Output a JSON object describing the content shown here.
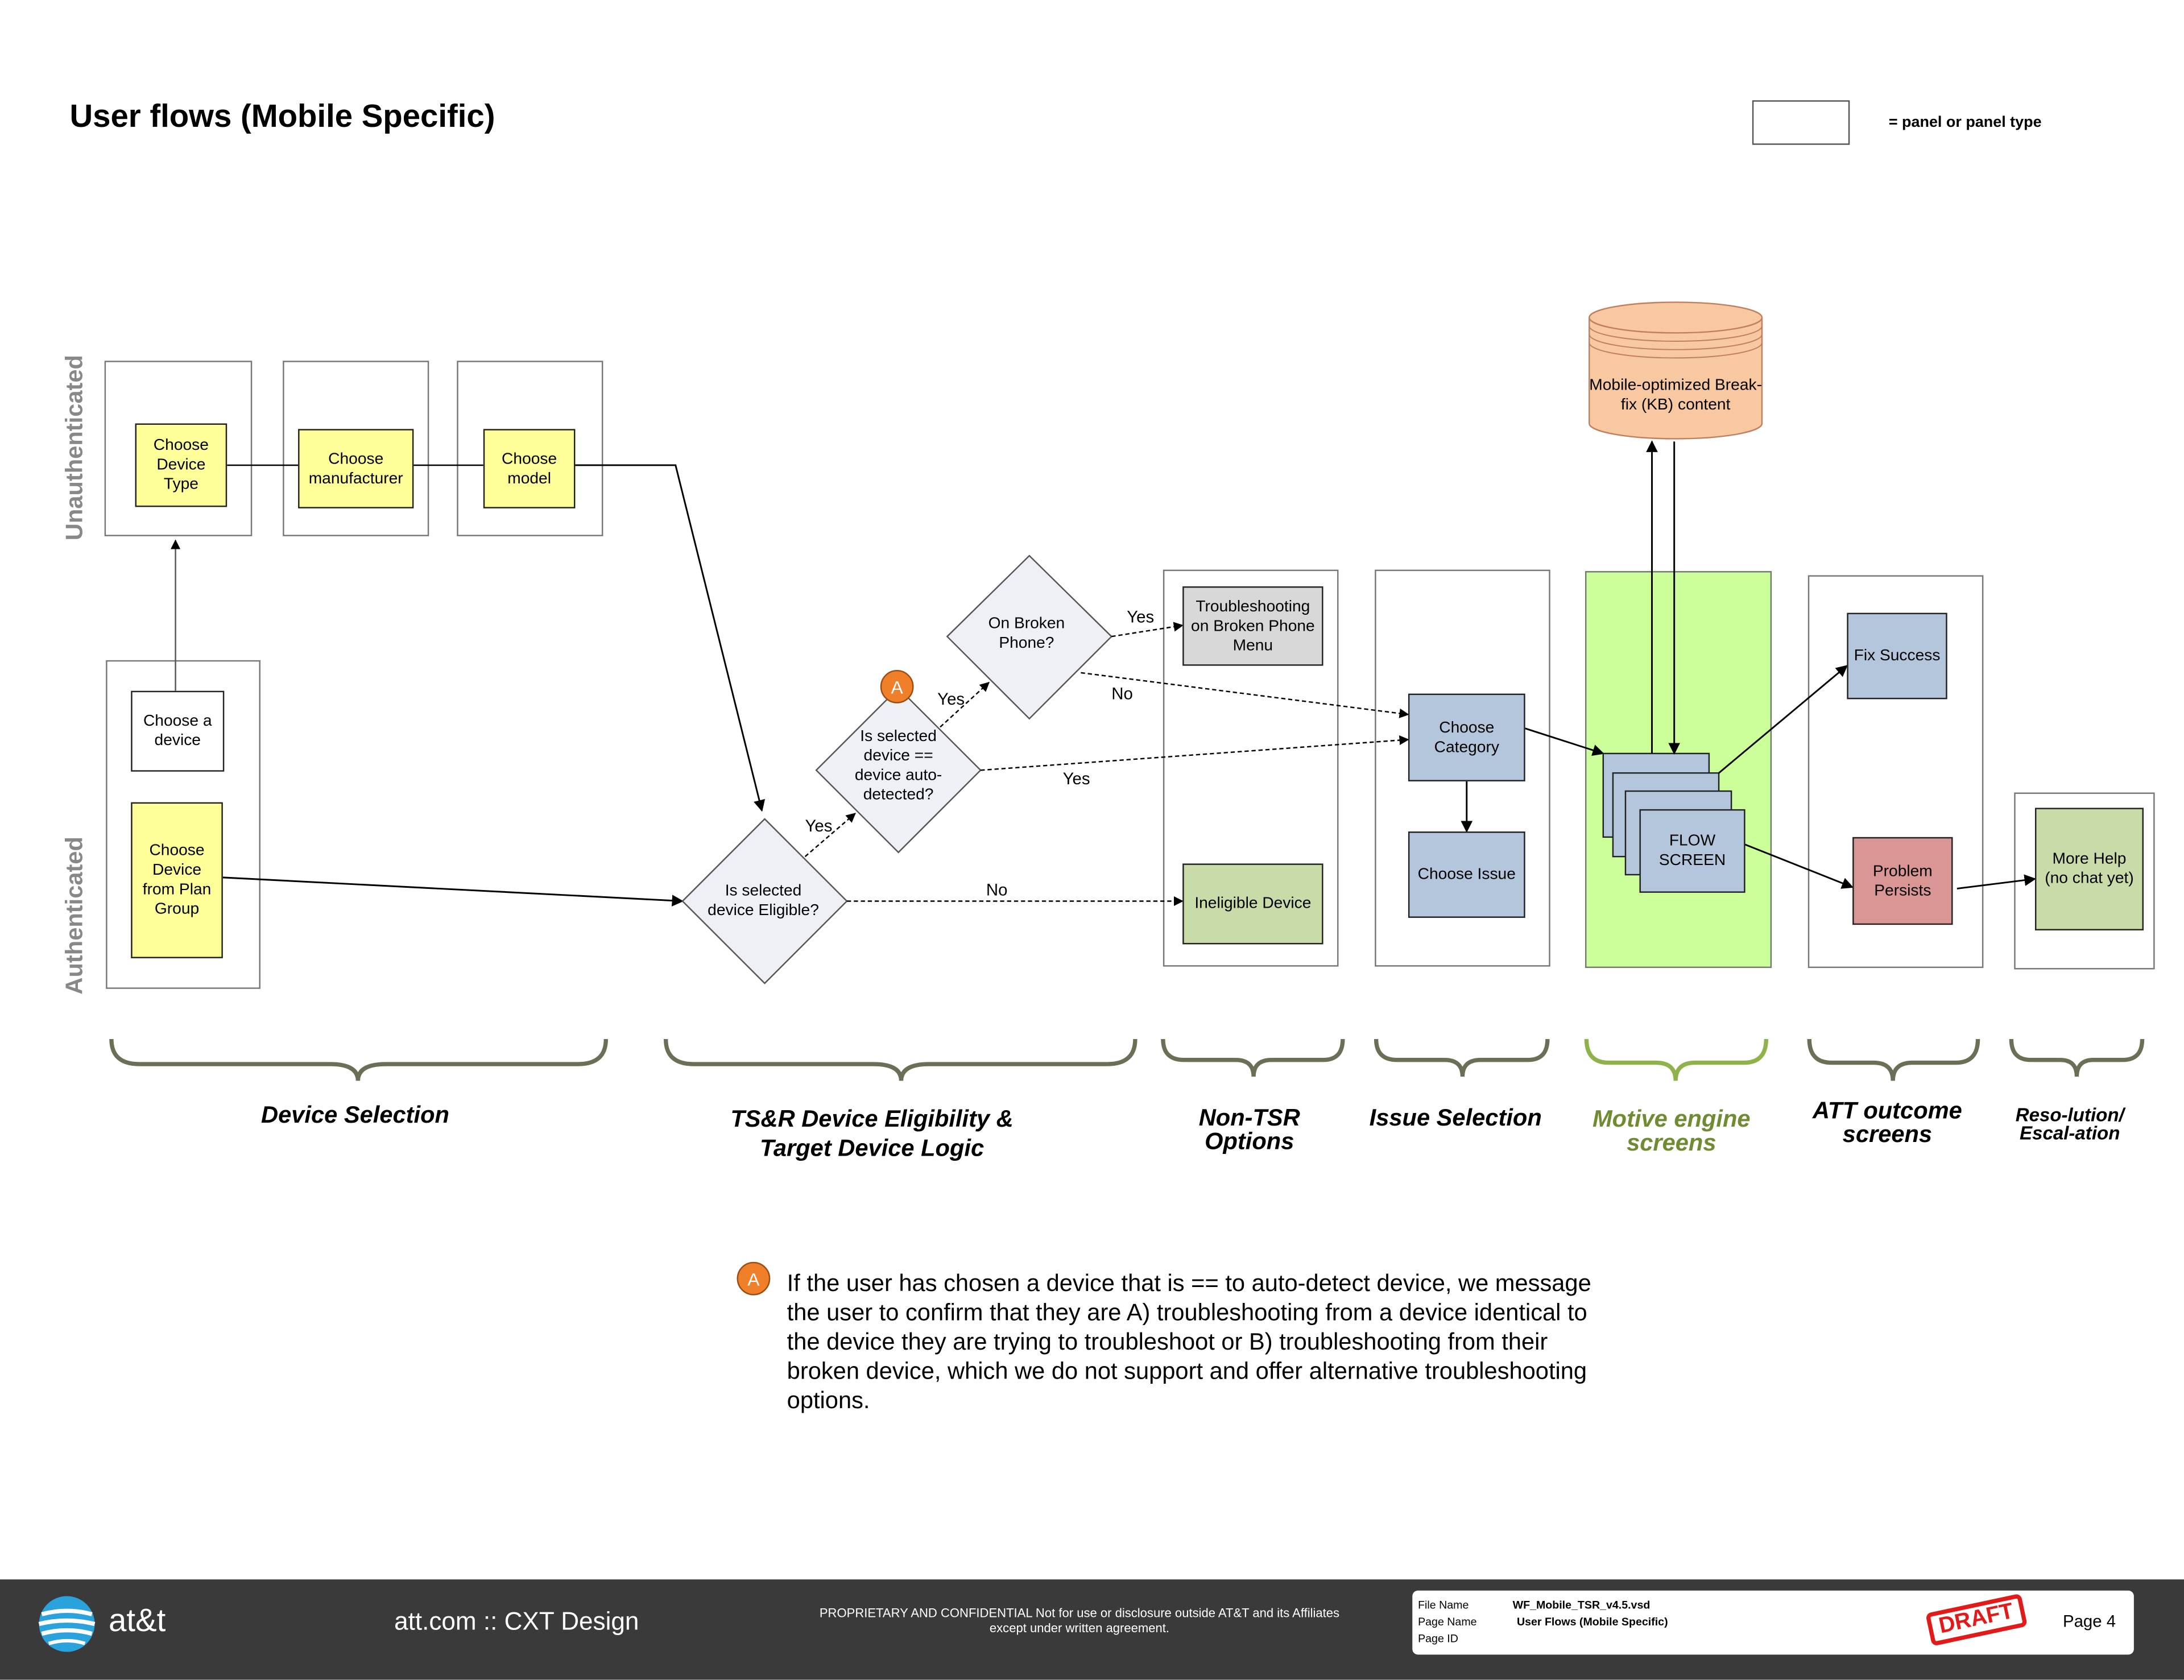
{
  "title": "User flows (Mobile Specific)",
  "legend": {
    "text": "= panel or panel type"
  },
  "lanes": {
    "unauthenticated": "Unauthenticated",
    "authenticated": "Authenticated"
  },
  "nodes": {
    "choose_device_type": "Choose Device Type",
    "choose_manufacturer": "Choose manufacturer",
    "choose_model": "Choose model",
    "choose_a_device": "Choose a device",
    "choose_device_plan": "Choose Device from Plan Group",
    "troubleshooting_menu": "Troubleshooting on Broken Phone Menu",
    "ineligible_device": "Ineligible Device",
    "choose_category": "Choose Category",
    "choose_issue": "Choose Issue",
    "flow_screen": "FLOW SCREEN",
    "kb_content": "Mobile-optimized Break-fix (KB) content",
    "fix_success": "Fix Success",
    "problem_persists": "Problem Persists",
    "more_help": "More Help (no chat yet)"
  },
  "decisions": {
    "is_eligible": "Is selected device Eligible?",
    "auto_detected": "Is selected device == device auto-detected?",
    "broken_phone": "On Broken Phone?"
  },
  "edge_labels": {
    "yes_eligible": "Yes",
    "no_eligible": "No",
    "yes_auto": "Yes",
    "yes_auto_to_category": "Yes",
    "yes_broken": "Yes",
    "no_broken": "No"
  },
  "badge": "A",
  "sections": {
    "device_selection": "Device Selection",
    "eligibility_line1": "TS&R Device Eligibility &",
    "eligibility_line2": "Target Device Logic",
    "non_tsr_line1": "Non-TSR",
    "non_tsr_line2": "Options",
    "issue_selection": "Issue Selection",
    "motive_line1": "Motive engine",
    "motive_line2": "screens",
    "att_outcome_line1": "ATT outcome",
    "att_outcome_line2": "screens",
    "resolution_line1": "Reso-lution/",
    "resolution_line2": "Escal-ation"
  },
  "note": "If the user has chosen a device that is == to auto-detect device, we message the user to confirm that they are A) troubleshooting from a device identical to the device they are trying to troubleshoot or B) troubleshooting from their broken device, which we do not support and offer alternative troubleshooting options.",
  "footer": {
    "brand": "at&t",
    "site": "att.com :: CXT Design",
    "proprietary_line1": "PROPRIETARY AND CONFIDENTIAL Not for use or disclosure outside AT&T and its Affiliates",
    "proprietary_line2": "except under written agreement.",
    "file_name_label": "File Name",
    "file_name_value": "WF_Mobile_TSR_v4.5.vsd",
    "page_name_label": "Page Name",
    "page_name_value": "User Flows (Mobile Specific)",
    "page_id_label": "Page ID",
    "draft": "DRAFT",
    "page": "Page 4"
  },
  "colors": {
    "yellow": "#ffff99",
    "blue": "#b4c6dc",
    "green_panel": "#ccff99",
    "orange": "#f07f2a",
    "kb_content": "#f8c8a0",
    "footer_bg": "#3a3a3a",
    "draft_red": "#e21a1a"
  }
}
